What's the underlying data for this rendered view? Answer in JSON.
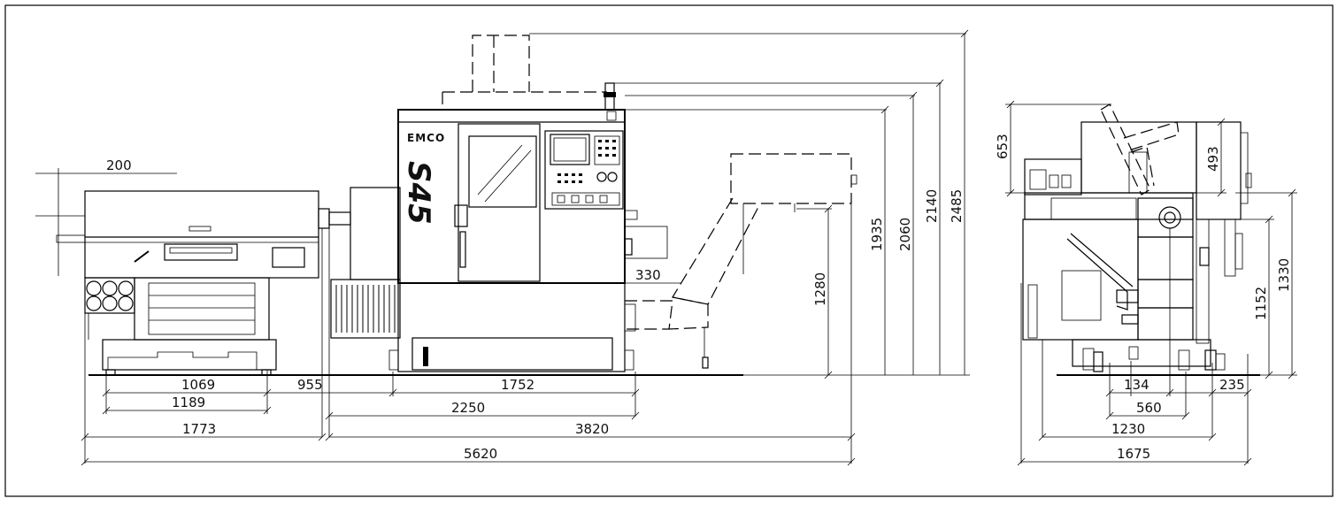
{
  "brand": "EMCO",
  "model": "S45",
  "front_view": {
    "bottom": {
      "d1069": "1069",
      "d955": "955",
      "d1752": "1752",
      "d1189": "1189",
      "d2250": "2250",
      "d1773": "1773",
      "d3820": "3820",
      "d5620": "5620"
    },
    "top_offset": "200",
    "chute_offset": "330",
    "heights": {
      "h1280": "1280",
      "h1935": "1935",
      "h2060": "2060",
      "h2140": "2140",
      "h2485": "2485"
    }
  },
  "side_view": {
    "top_left": "653",
    "top_right": "493",
    "bottom": {
      "d134": "134",
      "d235": "235",
      "d560": "560",
      "d1230": "1230",
      "d1675": "1675"
    },
    "heights": {
      "h1152": "1152",
      "h1330": "1330"
    }
  }
}
